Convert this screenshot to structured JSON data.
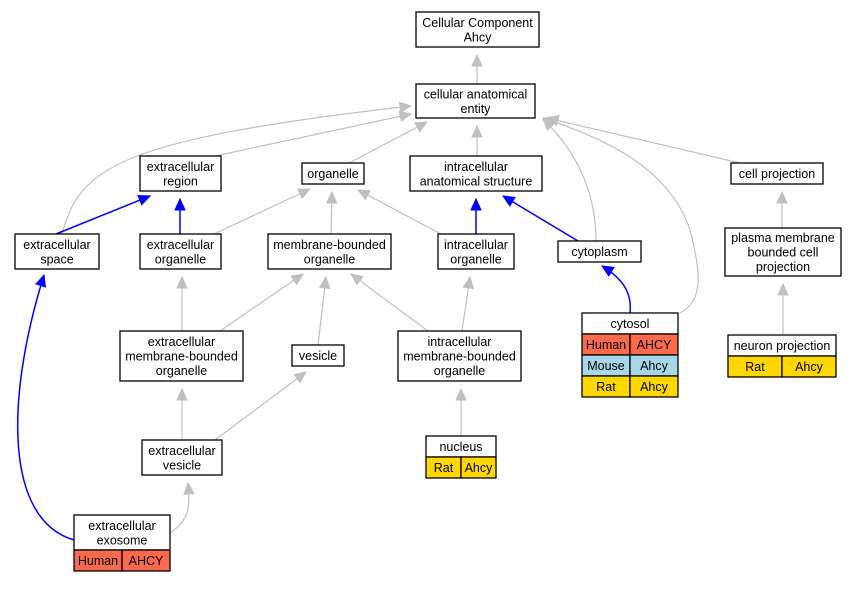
{
  "colors": {
    "gray_edge": "#c0c0c0",
    "blue_edge": "#0000ff",
    "human": "#fa6a4c",
    "mouse": "#a8d8e8",
    "rat": "#ffd700"
  },
  "nodes": {
    "root": {
      "lines": [
        "Cellular Component",
        "Ahcy"
      ]
    },
    "cae": {
      "lines": [
        "cellular anatomical",
        "entity"
      ]
    },
    "ecr": {
      "lines": [
        "extracellular",
        "region"
      ]
    },
    "org": {
      "lines": [
        "organelle"
      ]
    },
    "ias": {
      "lines": [
        "intracellular",
        "anatomical structure"
      ]
    },
    "cp": {
      "lines": [
        "cell projection"
      ]
    },
    "ecs": {
      "lines": [
        "extracellular",
        "space"
      ]
    },
    "eco": {
      "lines": [
        "extracellular",
        "organelle"
      ]
    },
    "mbo": {
      "lines": [
        "membrane-bounded",
        "organelle"
      ]
    },
    "io": {
      "lines": [
        "intracellular",
        "organelle"
      ]
    },
    "cyto": {
      "lines": [
        "cytoplasm"
      ]
    },
    "pmb": {
      "lines": [
        "plasma membrane",
        "bounded cell",
        "projection"
      ]
    },
    "embo": {
      "lines": [
        "extracellular",
        "membrane-bounded",
        "organelle"
      ]
    },
    "ves": {
      "lines": [
        "vesicle"
      ]
    },
    "imbo": {
      "lines": [
        "intracellular",
        "membrane-bounded",
        "organelle"
      ]
    },
    "cytosol": {
      "lines": [
        "cytosol"
      ],
      "rows": [
        [
          "Human",
          "AHCY"
        ],
        [
          "Mouse",
          "Ahcy"
        ],
        [
          "Rat",
          "Ahcy"
        ]
      ]
    },
    "np": {
      "lines": [
        "neuron projection"
      ],
      "rows": [
        [
          "Rat",
          "Ahcy"
        ]
      ]
    },
    "ecv": {
      "lines": [
        "extracellular",
        "vesicle"
      ]
    },
    "nuc": {
      "lines": [
        "nucleus"
      ],
      "rows": [
        [
          "Rat",
          "Ahcy"
        ]
      ]
    },
    "exo": {
      "lines": [
        "extracellular",
        "exosome"
      ],
      "rows": [
        [
          "Human",
          "AHCY"
        ]
      ]
    }
  }
}
